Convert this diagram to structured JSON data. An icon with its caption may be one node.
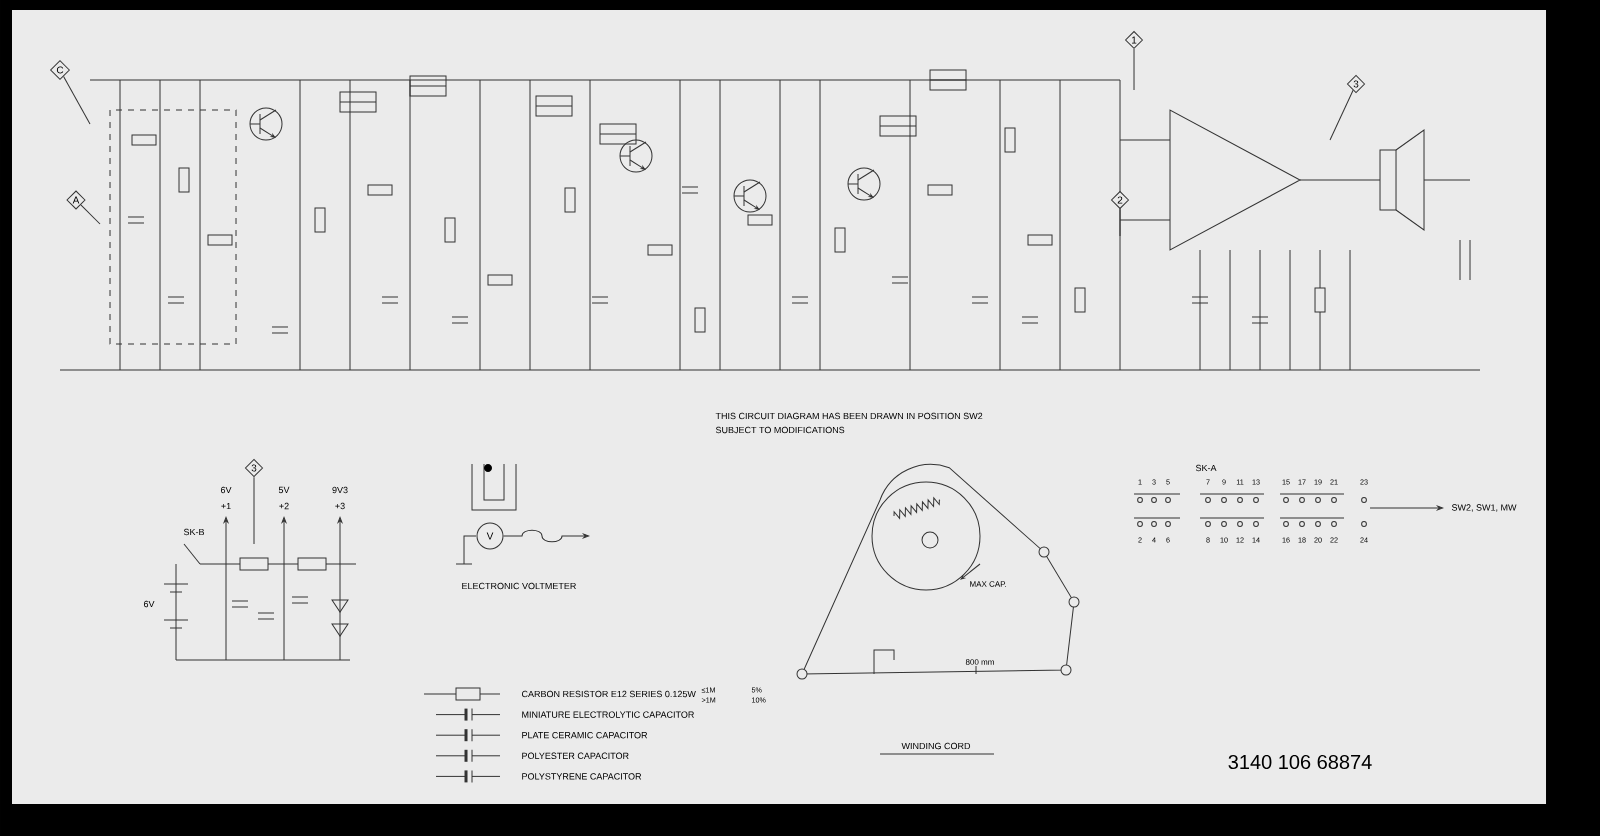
{
  "diagram": {
    "nodes": [
      {
        "text": [
          "C"
        ]
      },
      {
        "text": [
          "A"
        ]
      },
      {
        "text": [
          "1"
        ]
      },
      {
        "text": [
          "2"
        ]
      },
      {
        "text": [
          "3"
        ]
      },
      {
        "text": [
          "3"
        ]
      },
      {
        "text": [
          "V"
        ]
      }
    ],
    "edges": [
      {
        "from": 0,
        "to": null,
        "arrow": "none"
      },
      {
        "from": 1,
        "to": null,
        "arrow": "none"
      },
      {
        "from": 2,
        "to": null,
        "arrow": "none"
      },
      {
        "from": 3,
        "to": null,
        "arrow": "none"
      },
      {
        "from": 4,
        "to": null,
        "arrow": "none"
      },
      {
        "from": 5,
        "to": null,
        "arrow": "none"
      },
      {
        "from": 6,
        "to": null,
        "arrow": "to"
      }
    ],
    "labels": [
      "THIS CIRCUIT DIAGRAM HAS BEEN DRAWN IN POSITION SW2",
      "SUBJECT TO MODIFICATIONS",
      "6V",
      "5V",
      "9V3",
      "+1",
      "+2",
      "+3",
      "SK-B",
      "6V",
      "SK-A",
      "1",
      "3",
      "5",
      "7",
      "9",
      "11",
      "13",
      "15",
      "17",
      "19",
      "21",
      "23",
      "2",
      "4",
      "6",
      "8",
      "10",
      "12",
      "14",
      "16",
      "18",
      "20",
      "22",
      "24",
      "SW2, SW1, MW",
      "ELECTRONIC VOLTMETER",
      "MAX CAP.",
      "800 mm",
      "WINDING CORD",
      "≤1M",
      "5%",
      ">1M",
      "10%",
      "3140 106 68874"
    ],
    "legend": [
      {
        "text": "CARBON RESISTOR E12 SERIES 0.125W"
      },
      {
        "text": "MINIATURE ELECTROLYTIC CAPACITOR"
      },
      {
        "text": "PLATE CERAMIC CAPACITOR"
      },
      {
        "text": "POLYESTER CAPACITOR"
      },
      {
        "text": "POLYSTYRENE CAPACITOR"
      }
    ]
  }
}
